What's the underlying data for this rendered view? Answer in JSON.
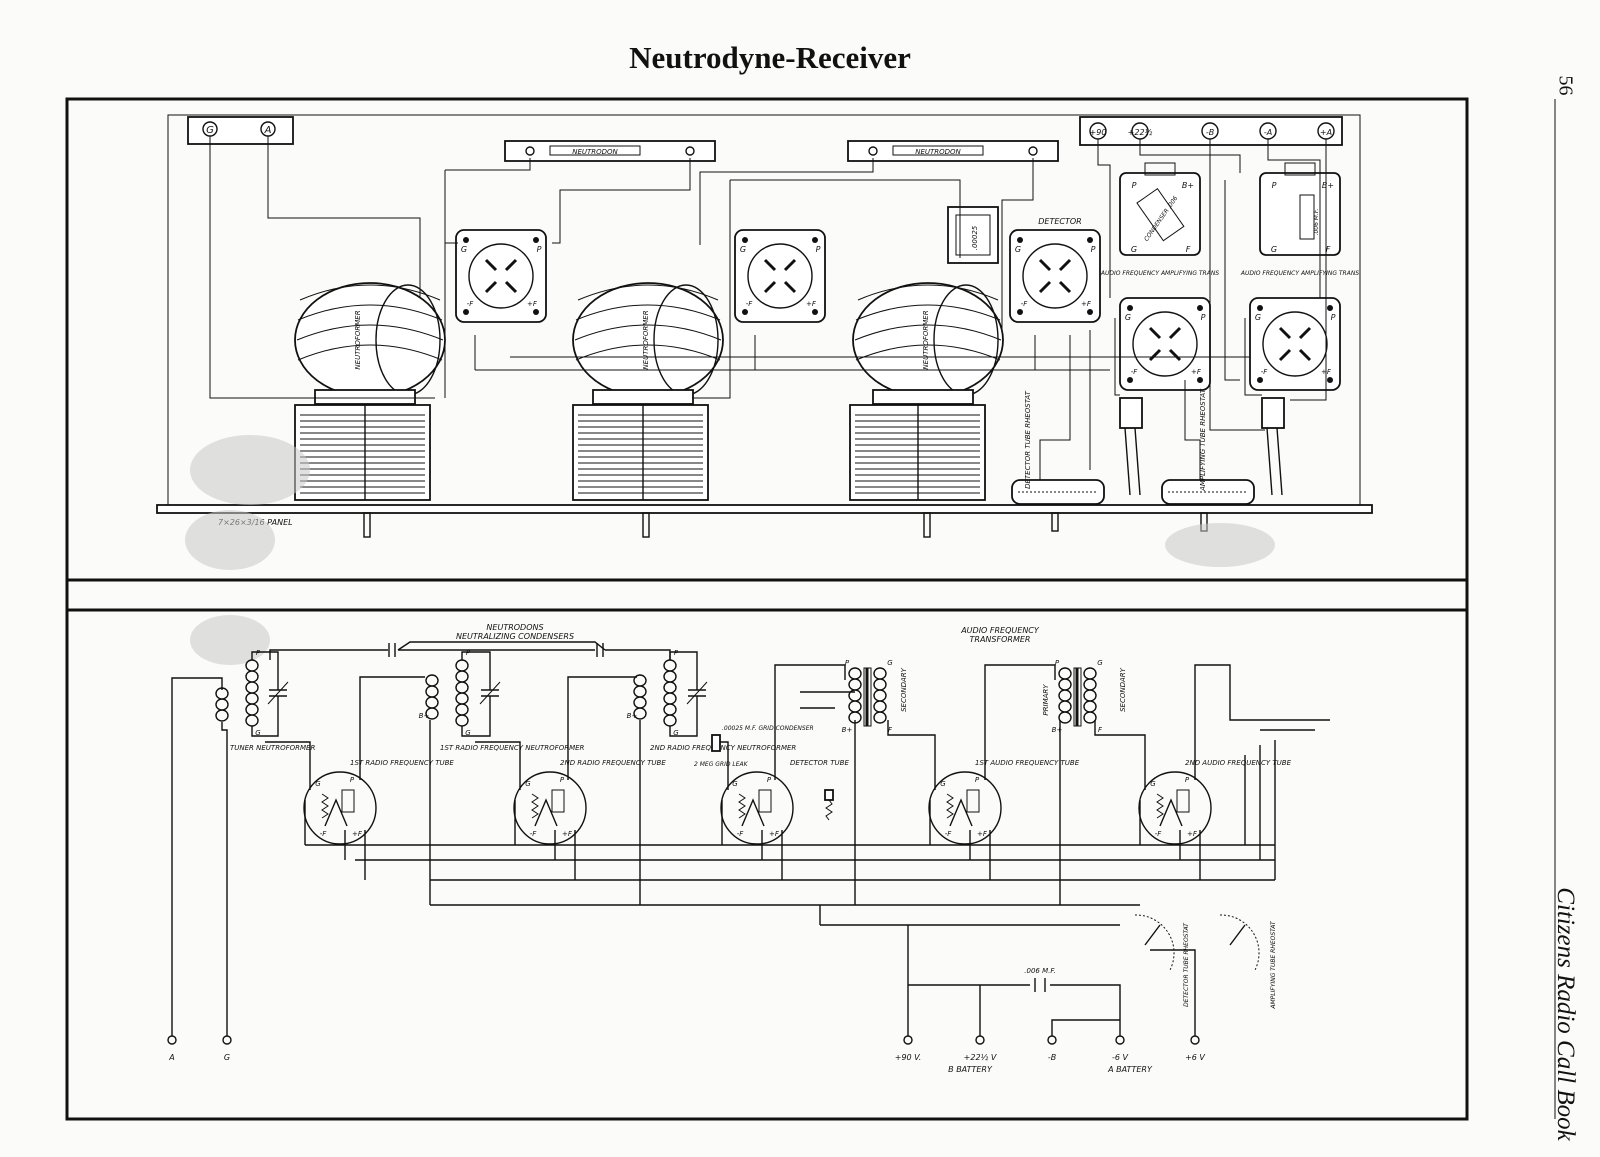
{
  "header": {
    "title": "Neutrodyne-Receiver",
    "page_number": "56",
    "book_title": "Citizens Radio Call Book"
  },
  "pictorial": {
    "antenna_terminals": [
      "G",
      "A"
    ],
    "neutrodon_label": "NEUTRODON",
    "neutroformer_label": "NEUTROFORMER",
    "battery_terminals": [
      "+90",
      "+22½",
      "-B",
      "-A",
      "+A"
    ],
    "tube_pins": {
      "grid": "G",
      "plate": "P",
      "fil_minus": "-F",
      "fil_plus": "+F"
    },
    "detector_label": "DETECTOR",
    "condenser_label": ".00025",
    "af_trans_label": "AUDIO FREQUENCY AMPLIFYING TRANS",
    "af_trans_pins": [
      "P",
      "B+",
      "G",
      "F"
    ],
    "cond_label_1": "CONDENSER .006",
    "cond_label_2": ".006 M.F.",
    "detector_rheostat_label": "DETECTOR TUBE RHEOSTAT",
    "amp_rheostat_label": "AMPLIFYING TUBE RHEOSTAT",
    "panel_label": "7×26×3/16 PANEL"
  },
  "schematic": {
    "neutrodons_label": "NEUTRODONS",
    "neutralizing_label": "NEUTRALIZING CONDENSERS",
    "af_transformer_label_1": "AUDIO FREQUENCY",
    "af_transformer_label_2": "TRANSFORMER",
    "tuner_label": "TUNER NEUTROFORMER",
    "rf_neutroformer_1": "1ST RADIO FREQUENCY NEUTROFORMER",
    "rf_neutroformer_2": "2ND RADIO FREQUENCY NEUTROFORMER",
    "grid_condenser": ".00025 M.F. GRID CONDENSER",
    "grid_leak": "2 MEG GRID LEAK",
    "tube_1": "1ST RADIO FREQUENCY TUBE",
    "tube_2": "2ND RADIO FREQUENCY TUBE",
    "tube_3": "DETECTOR TUBE",
    "tube_4": "1ST AUDIO FREQUENCY TUBE",
    "tube_5": "2ND AUDIO FREQUENCY TUBE",
    "primary_label": "PRIMARY",
    "secondary_label": "SECONDARY",
    "fixed_cond_label": ".006 M.F.",
    "det_rheostat_label": "DETECTOR TUBE RHEOSTAT",
    "amp_rheostat_label": "AMPLIFYING TUBE RHEOSTAT",
    "terminals": [
      "A",
      "G",
      "+90 V.",
      "+22½ V",
      "-B",
      "-6 V",
      "+6 V"
    ],
    "b_battery": "B BATTERY",
    "a_battery": "A BATTERY",
    "pin_labels": {
      "plate": "P",
      "grid": "G",
      "fneg": "-F",
      "fpos": "+F",
      "bplus": "B+",
      "fil": "F"
    }
  }
}
